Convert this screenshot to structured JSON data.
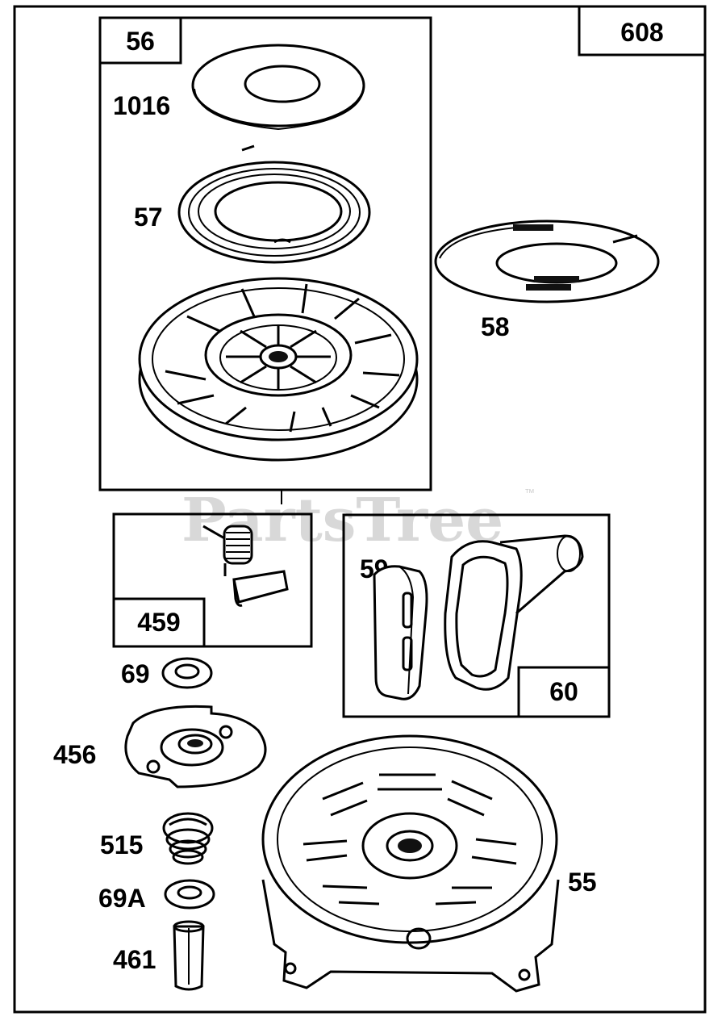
{
  "page": {
    "number": "608"
  },
  "watermark": {
    "text": "PartsTree",
    "trademark": "™"
  },
  "parts": [
    {
      "id": "56"
    },
    {
      "id": "1016"
    },
    {
      "id": "57"
    },
    {
      "id": "58"
    },
    {
      "id": "459"
    },
    {
      "id": "59"
    },
    {
      "id": "60"
    },
    {
      "id": "69"
    },
    {
      "id": "456"
    },
    {
      "id": "515"
    },
    {
      "id": "69A"
    },
    {
      "id": "461"
    },
    {
      "id": "55"
    }
  ]
}
